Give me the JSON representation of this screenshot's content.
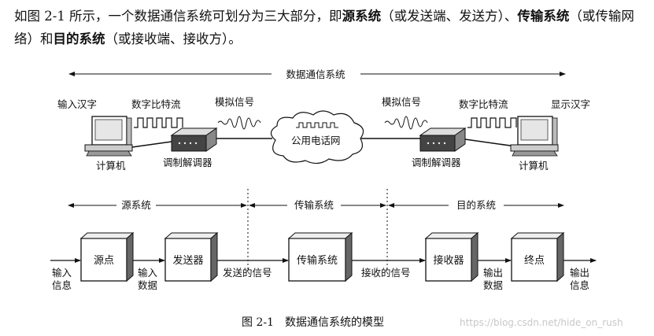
{
  "paragraph": {
    "p1": "如图 2-1 所示，一个数据通信系统可划分为三大部分，即",
    "b1": "源系统",
    "p2": "（或发送端、发送方）、",
    "b2": "传输系统",
    "p3": "（或传输网络）和",
    "b3": "目的系统",
    "p4": "（或接收端、接收方）。"
  },
  "top_diagram": {
    "span_label": "数据通信系统",
    "input_chinese": "输入汉字",
    "display_chinese": "显示汉字",
    "digital_bitstream_left": "数字比特流",
    "digital_bitstream_right": "数字比特流",
    "analog_signal_left": "模拟信号",
    "analog_signal_right": "模拟信号",
    "computer_left": "计算机",
    "computer_right": "计算机",
    "modem_left": "调制解调器",
    "modem_right": "调制解调器",
    "cloud": "公用电话网"
  },
  "systems": {
    "source": "源系统",
    "transmission": "传输系统",
    "destination": "目的系统"
  },
  "blocks": {
    "source_point": "源点",
    "transmitter": "发送器",
    "transmission_system": "传输系统",
    "receiver": "接收器",
    "destination_point": "终点"
  },
  "flow_labels": {
    "input_info_1": "输入",
    "input_info_2": "信息",
    "input_data_1": "输入",
    "input_data_2": "数据",
    "sent_signal": "发送的信号",
    "received_signal": "接收的信号",
    "output_data_1": "输出",
    "output_data_2": "数据",
    "output_info_1": "输出",
    "output_info_2": "信息"
  },
  "caption": "图 2-1　数据通信系统的模型",
  "watermark": "https://blog.csdn.net/hide_on_rush"
}
